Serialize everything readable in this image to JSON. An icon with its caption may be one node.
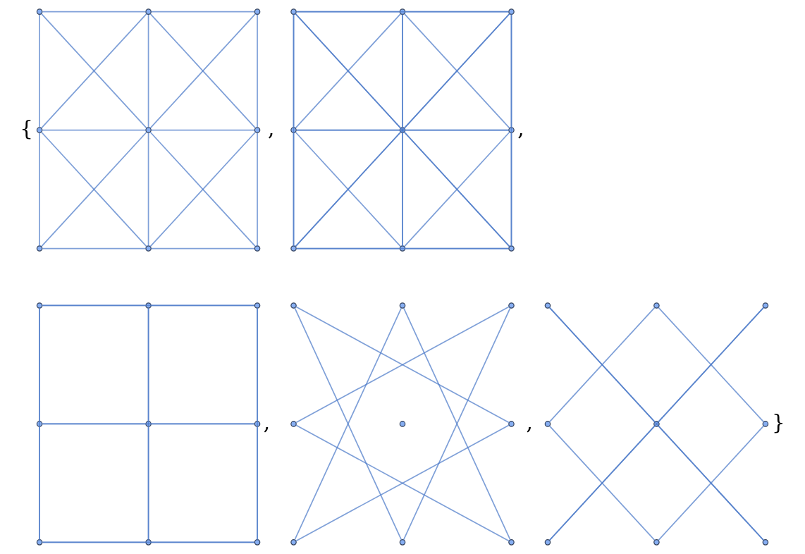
{
  "diagram": {
    "nodes": [
      {
        "text": [],
        "shape": "circle"
      },
      {
        "text": [],
        "shape": "circle"
      },
      {
        "text": [],
        "shape": "circle"
      },
      {
        "text": [],
        "shape": "circle"
      },
      {
        "text": [],
        "shape": "circle"
      },
      {
        "text": [],
        "shape": "circle"
      },
      {
        "text": [],
        "shape": "circle"
      },
      {
        "text": [],
        "shape": "circle"
      },
      {
        "text": [],
        "shape": "circle"
      },
      {
        "text": [],
        "shape": "circle"
      },
      {
        "text": [],
        "shape": "circle"
      },
      {
        "text": [],
        "shape": "circle"
      },
      {
        "text": [],
        "shape": "circle"
      },
      {
        "text": [],
        "shape": "circle"
      },
      {
        "text": [],
        "shape": "circle"
      },
      {
        "text": [],
        "shape": "circle"
      },
      {
        "text": [],
        "shape": "circle"
      },
      {
        "text": [],
        "shape": "circle"
      },
      {
        "text": [],
        "shape": "circle"
      },
      {
        "text": [],
        "shape": "circle"
      },
      {
        "text": [],
        "shape": "circle"
      },
      {
        "text": [],
        "shape": "circle"
      },
      {
        "text": [],
        "shape": "circle"
      },
      {
        "text": [],
        "shape": "circle"
      },
      {
        "text": [],
        "shape": "circle"
      },
      {
        "text": [],
        "shape": "circle"
      },
      {
        "text": [],
        "shape": "circle"
      },
      {
        "text": [],
        "shape": "circle"
      },
      {
        "text": [],
        "shape": "circle"
      },
      {
        "text": [],
        "shape": "circle"
      },
      {
        "text": [],
        "shape": "circle"
      },
      {
        "text": [],
        "shape": "circle"
      },
      {
        "text": [],
        "shape": "circle"
      },
      {
        "text": [],
        "shape": "circle"
      },
      {
        "text": [],
        "shape": "circle"
      },
      {
        "text": [],
        "shape": "circle"
      },
      {
        "text": [],
        "shape": "circle"
      },
      {
        "text": [],
        "shape": "circle"
      },
      {
        "text": [],
        "shape": "circle"
      },
      {
        "text": [],
        "shape": "circle"
      },
      {
        "text": [],
        "shape": "circle"
      },
      {
        "text": [],
        "shape": "circle"
      },
      {
        "text": [],
        "shape": "circle"
      },
      {
        "text": [],
        "shape": "circle"
      },
      {
        "text": [],
        "shape": "circle"
      }
    ],
    "edges": [
      {
        "from": 0,
        "to": 1,
        "arrow": "none"
      },
      {
        "from": 1,
        "to": 2,
        "arrow": "none"
      },
      {
        "from": 3,
        "to": 4,
        "arrow": "none"
      },
      {
        "from": 4,
        "to": 5,
        "arrow": "none"
      },
      {
        "from": 6,
        "to": 7,
        "arrow": "none"
      },
      {
        "from": 7,
        "to": 8,
        "arrow": "none"
      },
      {
        "from": 0,
        "to": 3,
        "arrow": "none"
      },
      {
        "from": 3,
        "to": 6,
        "arrow": "none"
      },
      {
        "from": 1,
        "to": 4,
        "arrow": "none"
      },
      {
        "from": 4,
        "to": 7,
        "arrow": "none"
      },
      {
        "from": 2,
        "to": 5,
        "arrow": "none"
      },
      {
        "from": 5,
        "to": 8,
        "arrow": "none"
      },
      {
        "from": 0,
        "to": 4,
        "arrow": "none"
      },
      {
        "from": 1,
        "to": 3,
        "arrow": "none"
      },
      {
        "from": 1,
        "to": 5,
        "arrow": "none"
      },
      {
        "from": 2,
        "to": 4,
        "arrow": "none"
      },
      {
        "from": 3,
        "to": 7,
        "arrow": "none"
      },
      {
        "from": 4,
        "to": 6,
        "arrow": "none"
      },
      {
        "from": 4,
        "to": 8,
        "arrow": "none"
      },
      {
        "from": 5,
        "to": 7,
        "arrow": "none"
      },
      {
        "from": 9,
        "to": 10,
        "arrow": "none"
      },
      {
        "from": 10,
        "to": 11,
        "arrow": "none"
      },
      {
        "from": 12,
        "to": 13,
        "arrow": "none"
      },
      {
        "from": 13,
        "to": 14,
        "arrow": "none"
      },
      {
        "from": 15,
        "to": 16,
        "arrow": "none"
      },
      {
        "from": 16,
        "to": 17,
        "arrow": "none"
      },
      {
        "from": 9,
        "to": 12,
        "arrow": "none"
      },
      {
        "from": 12,
        "to": 15,
        "arrow": "none"
      },
      {
        "from": 10,
        "to": 13,
        "arrow": "none"
      },
      {
        "from": 13,
        "to": 16,
        "arrow": "none"
      },
      {
        "from": 11,
        "to": 14,
        "arrow": "none"
      },
      {
        "from": 14,
        "to": 17,
        "arrow": "none"
      },
      {
        "from": 9,
        "to": 13,
        "arrow": "none"
      },
      {
        "from": 10,
        "to": 12,
        "arrow": "none"
      },
      {
        "from": 10,
        "to": 14,
        "arrow": "none"
      },
      {
        "from": 11,
        "to": 13,
        "arrow": "none"
      },
      {
        "from": 12,
        "to": 16,
        "arrow": "none"
      },
      {
        "from": 13,
        "to": 15,
        "arrow": "none"
      },
      {
        "from": 13,
        "to": 17,
        "arrow": "none"
      },
      {
        "from": 14,
        "to": 16,
        "arrow": "none"
      },
      {
        "from": 9,
        "to": 11,
        "arrow": "none"
      },
      {
        "from": 12,
        "to": 14,
        "arrow": "none"
      },
      {
        "from": 15,
        "to": 17,
        "arrow": "none"
      },
      {
        "from": 9,
        "to": 15,
        "arrow": "none"
      },
      {
        "from": 10,
        "to": 16,
        "arrow": "none"
      },
      {
        "from": 11,
        "to": 17,
        "arrow": "none"
      },
      {
        "from": 9,
        "to": 17,
        "arrow": "none"
      },
      {
        "from": 11,
        "to": 15,
        "arrow": "none"
      },
      {
        "from": 18,
        "to": 19,
        "arrow": "none"
      },
      {
        "from": 19,
        "to": 20,
        "arrow": "none"
      },
      {
        "from": 18,
        "to": 20,
        "arrow": "none"
      },
      {
        "from": 21,
        "to": 22,
        "arrow": "none"
      },
      {
        "from": 22,
        "to": 23,
        "arrow": "none"
      },
      {
        "from": 21,
        "to": 23,
        "arrow": "none"
      },
      {
        "from": 24,
        "to": 25,
        "arrow": "none"
      },
      {
        "from": 25,
        "to": 26,
        "arrow": "none"
      },
      {
        "from": 24,
        "to": 26,
        "arrow": "none"
      },
      {
        "from": 18,
        "to": 21,
        "arrow": "none"
      },
      {
        "from": 21,
        "to": 24,
        "arrow": "none"
      },
      {
        "from": 18,
        "to": 24,
        "arrow": "none"
      },
      {
        "from": 19,
        "to": 22,
        "arrow": "none"
      },
      {
        "from": 22,
        "to": 25,
        "arrow": "none"
      },
      {
        "from": 19,
        "to": 25,
        "arrow": "none"
      },
      {
        "from": 20,
        "to": 23,
        "arrow": "none"
      },
      {
        "from": 23,
        "to": 26,
        "arrow": "none"
      },
      {
        "from": 20,
        "to": 26,
        "arrow": "none"
      },
      {
        "from": 27,
        "to": 32,
        "arrow": "none"
      },
      {
        "from": 27,
        "to": 34,
        "arrow": "none"
      },
      {
        "from": 28,
        "to": 33,
        "arrow": "none"
      },
      {
        "from": 28,
        "to": 35,
        "arrow": "none"
      },
      {
        "from": 29,
        "to": 30,
        "arrow": "none"
      },
      {
        "from": 29,
        "to": 34,
        "arrow": "none"
      },
      {
        "from": 30,
        "to": 35,
        "arrow": "none"
      },
      {
        "from": 32,
        "to": 33,
        "arrow": "none"
      },
      {
        "from": 36,
        "to": 40,
        "arrow": "none"
      },
      {
        "from": 40,
        "to": 44,
        "arrow": "none"
      },
      {
        "from": 36,
        "to": 44,
        "arrow": "none"
      },
      {
        "from": 38,
        "to": 40,
        "arrow": "none"
      },
      {
        "from": 40,
        "to": 42,
        "arrow": "none"
      },
      {
        "from": 38,
        "to": 42,
        "arrow": "none"
      },
      {
        "from": 37,
        "to": 39,
        "arrow": "none"
      },
      {
        "from": 37,
        "to": 41,
        "arrow": "none"
      },
      {
        "from": 39,
        "to": 43,
        "arrow": "none"
      },
      {
        "from": 41,
        "to": 43,
        "arrow": "none"
      }
    ],
    "labels": [
      "{",
      ",",
      ",",
      ",",
      ",",
      "}"
    ]
  }
}
